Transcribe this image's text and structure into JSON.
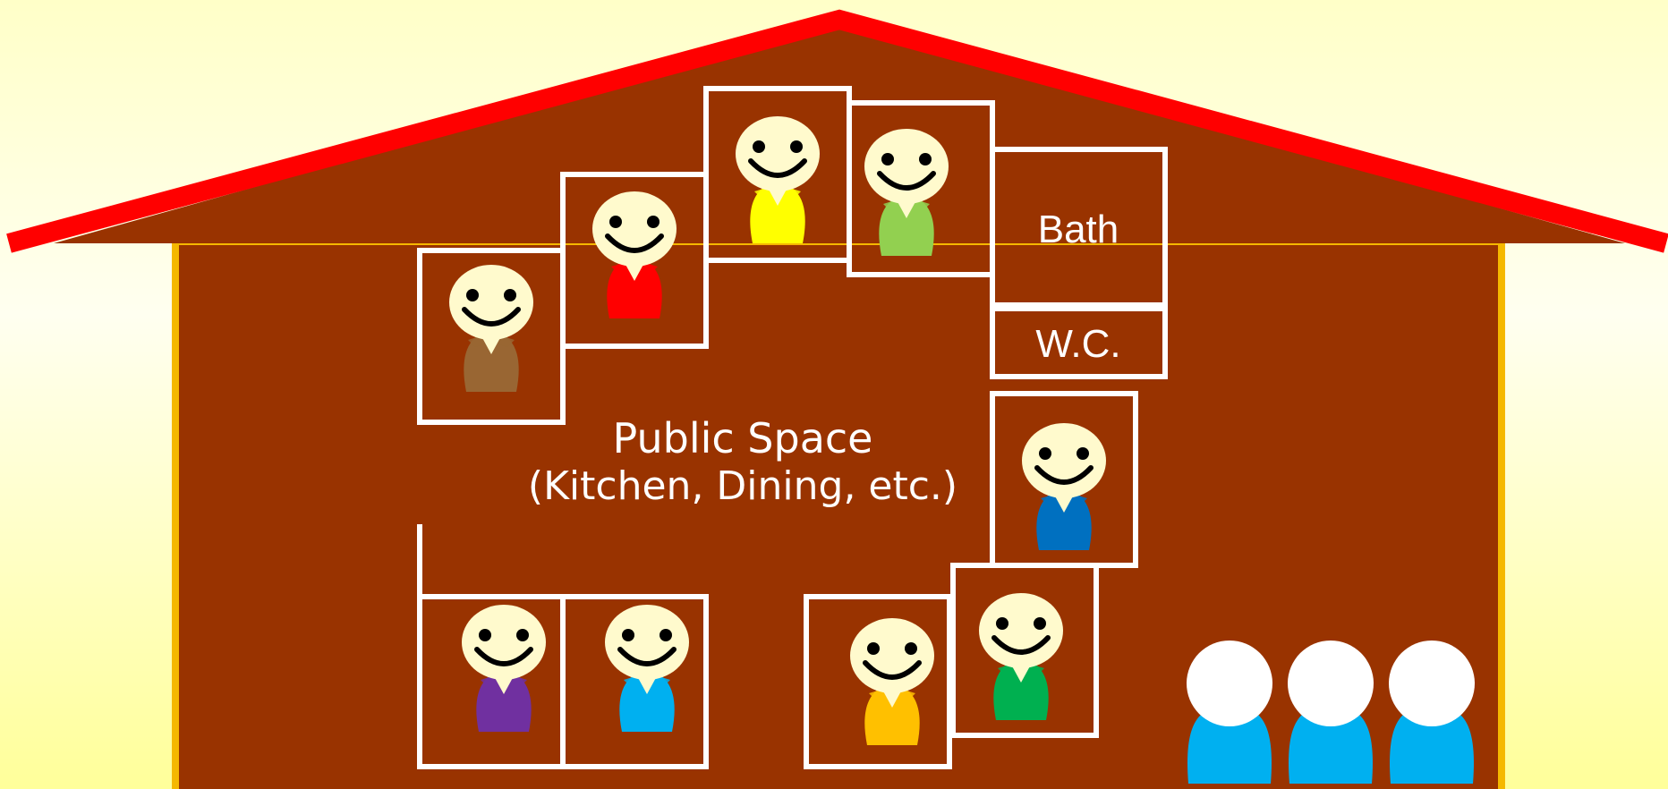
{
  "colors": {
    "background": "#ffffc8",
    "house_wall": "#993300",
    "house_border": "#f5b800",
    "roof": "#ff0000",
    "room_border": "#ffffff",
    "face": "#fffacd",
    "visitor_head": "#ffffff",
    "visitor_body": "#00b0f0"
  },
  "labels": {
    "bath": "Bath",
    "wc": "W.C.",
    "public_line1": "Public Space",
    "public_line2": "(Kitchen, Dining, etc.)"
  },
  "residents": [
    {
      "name": "resident-brown",
      "shirt": "#996633"
    },
    {
      "name": "resident-red",
      "shirt": "#ff0000"
    },
    {
      "name": "resident-yellow",
      "shirt": "#ffff00"
    },
    {
      "name": "resident-lime",
      "shirt": "#92d050"
    },
    {
      "name": "resident-blue",
      "shirt": "#0070c0"
    },
    {
      "name": "resident-green",
      "shirt": "#00b050"
    },
    {
      "name": "resident-orange",
      "shirt": "#ffc000"
    },
    {
      "name": "resident-purple",
      "shirt": "#7030a0"
    },
    {
      "name": "resident-skyblue",
      "shirt": "#00b0f0"
    }
  ],
  "visitor_count": 3
}
